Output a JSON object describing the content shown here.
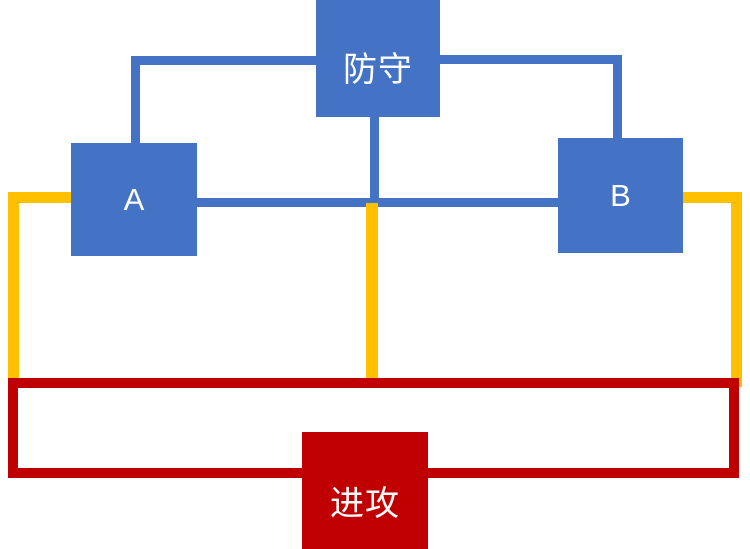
{
  "diagram": {
    "title": "",
    "colors": {
      "blue": "#4472C4",
      "gold": "#FFC000",
      "red": "#C00000",
      "background": "#FFFFFF",
      "node_text": "#FFFFFF"
    },
    "nodes": [
      {
        "id": "defense",
        "label": "防守",
        "color": "#4472C4"
      },
      {
        "id": "a",
        "label": "A",
        "color": "#4472C4"
      },
      {
        "id": "b",
        "label": "B",
        "color": "#4472C4"
      },
      {
        "id": "attack",
        "label": "进攻",
        "color": "#C00000"
      }
    ],
    "edges": [
      {
        "id": "defense-a",
        "from": "defense",
        "to": "a",
        "color": "#4472C4",
        "style": "orthogonal"
      },
      {
        "id": "defense-b",
        "from": "defense",
        "to": "b",
        "color": "#4472C4",
        "style": "orthogonal"
      },
      {
        "id": "defense-trunk",
        "from": "defense",
        "to": "a-b-trunk",
        "color": "#4472C4",
        "style": "vertical"
      },
      {
        "id": "a-b",
        "from": "a",
        "to": "b",
        "color": "#4472C4",
        "style": "horizontal"
      },
      {
        "id": "a-attack-left",
        "from": "a",
        "to": "attack",
        "color": "#FFC000",
        "style": "orthogonal"
      },
      {
        "id": "b-attack-right",
        "from": "b",
        "to": "attack",
        "color": "#FFC000",
        "style": "orthogonal"
      },
      {
        "id": "trunk-attack-center",
        "from": "a-b-trunk",
        "to": "attack",
        "color": "#FFC000",
        "style": "vertical"
      },
      {
        "id": "attack-loop",
        "from": "attack",
        "to": "attack",
        "color": "#C00000",
        "style": "rectangle-loop"
      }
    ]
  }
}
